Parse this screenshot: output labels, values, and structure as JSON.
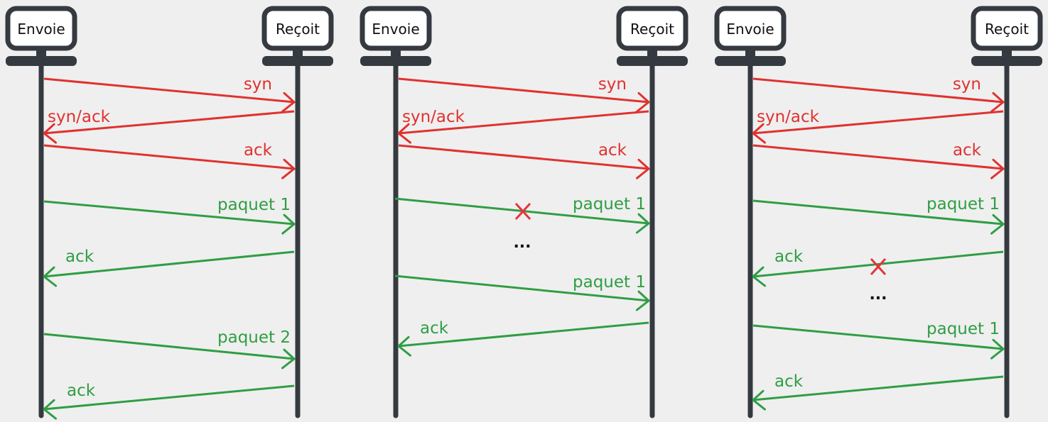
{
  "colors": {
    "background": "#efefef",
    "handshake": "#e0322f",
    "data": "#2f9e44",
    "lost": "#e8323c",
    "line": "#353a40",
    "box_fill": "#ffffff",
    "text": "#111111"
  },
  "diagrams": [
    {
      "sender_label": "Envoie",
      "receiver_label": "Reçoit",
      "messages": [
        {
          "label": "syn",
          "kind": "handshake",
          "direction": "to-receiver"
        },
        {
          "label": "syn/ack",
          "kind": "handshake",
          "direction": "to-sender"
        },
        {
          "label": "ack",
          "kind": "handshake",
          "direction": "to-receiver"
        },
        {
          "label": "paquet 1",
          "kind": "data",
          "direction": "to-receiver"
        },
        {
          "label": "ack",
          "kind": "data",
          "direction": "to-sender"
        },
        {
          "label": "paquet 2",
          "kind": "data",
          "direction": "to-receiver"
        },
        {
          "label": "ack",
          "kind": "data",
          "direction": "to-sender"
        }
      ]
    },
    {
      "sender_label": "Envoie",
      "receiver_label": "Reçoit",
      "messages": [
        {
          "label": "syn",
          "kind": "handshake",
          "direction": "to-receiver"
        },
        {
          "label": "syn/ack",
          "kind": "handshake",
          "direction": "to-sender"
        },
        {
          "label": "ack",
          "kind": "handshake",
          "direction": "to-receiver"
        },
        {
          "label": "paquet 1",
          "kind": "data",
          "direction": "to-receiver",
          "lost": true
        },
        {
          "label": "paquet 1",
          "kind": "data",
          "direction": "to-receiver"
        },
        {
          "label": "ack",
          "kind": "data",
          "direction": "to-sender"
        }
      ],
      "ellipsis": "..."
    },
    {
      "sender_label": "Envoie",
      "receiver_label": "Reçoit",
      "messages": [
        {
          "label": "syn",
          "kind": "handshake",
          "direction": "to-receiver"
        },
        {
          "label": "syn/ack",
          "kind": "handshake",
          "direction": "to-sender"
        },
        {
          "label": "ack",
          "kind": "handshake",
          "direction": "to-receiver"
        },
        {
          "label": "paquet 1",
          "kind": "data",
          "direction": "to-receiver"
        },
        {
          "label": "ack",
          "kind": "data",
          "direction": "to-sender",
          "lost": true
        },
        {
          "label": "paquet 1",
          "kind": "data",
          "direction": "to-receiver"
        },
        {
          "label": "ack",
          "kind": "data",
          "direction": "to-sender"
        }
      ],
      "ellipsis": "..."
    }
  ]
}
